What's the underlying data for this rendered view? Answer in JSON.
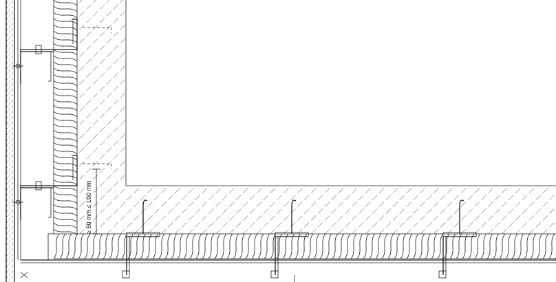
{
  "dimension": {
    "label": "≥ 50 mm ≤ 100 mm"
  },
  "colors": {
    "ink": "#1a1a1a",
    "paper": "#ffffff"
  },
  "icons": [
    "insulation-wave",
    "concrete-hatch",
    "bracket-profile",
    "anchor-bolt"
  ]
}
